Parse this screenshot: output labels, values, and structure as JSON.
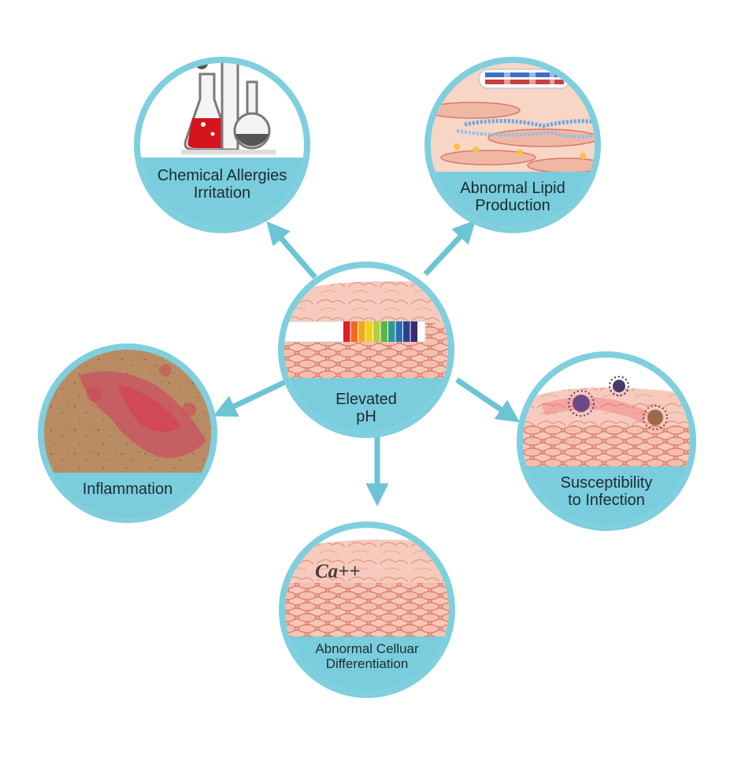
{
  "center": {
    "line1": "Elevated",
    "line2": "pH"
  },
  "nodes": {
    "chemical": {
      "line1": "Chemical Allergies",
      "line2": "Irritation"
    },
    "lipid": {
      "line1": "Abnormal Lipid",
      "line2": "Production"
    },
    "inflammation": {
      "line1": "Inflammation"
    },
    "infection": {
      "line1": "Susceptibility",
      "line2": "to Infection"
    },
    "cellular": {
      "line1": "Abnormal Celluar",
      "line2": "Differentiation",
      "tag": "Ca++"
    }
  },
  "icons": {
    "chemical": "lab-glassware-icon",
    "lipid": "lipid-bilayer-icon",
    "inflammation": "skin-rash-icon",
    "infection": "bacteria-on-skin-icon",
    "cellular": "skin-cross-section-icon",
    "center": "ph-strip-icon"
  },
  "colors": {
    "ring": "#7fcfde",
    "band": "#79cddc",
    "arrow": "#6cc4d4",
    "skin": "#f2b5a5",
    "skin_dark": "#d9786a",
    "flask_red": "#d4151d"
  },
  "ph_strip_colors": [
    "#e01e24",
    "#f26a21",
    "#f7a51d",
    "#f3d117",
    "#b3cf3b",
    "#5db446",
    "#2a9a8f",
    "#2b6fb6",
    "#2e3f8f",
    "#3a2a6e"
  ]
}
